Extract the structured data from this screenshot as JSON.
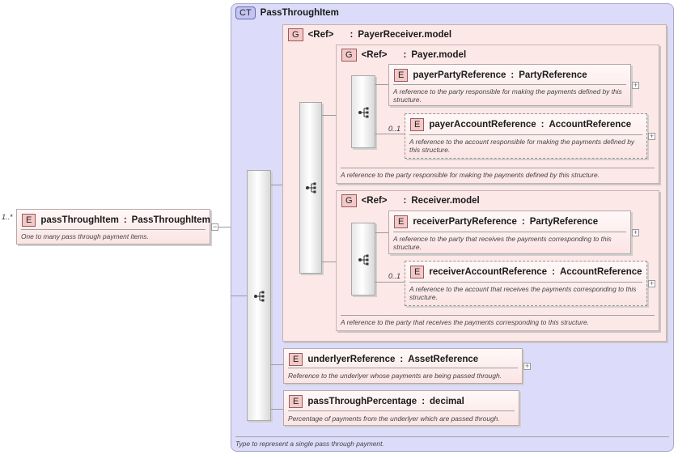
{
  "root": {
    "badge": "E",
    "cardinality": "1..*",
    "name": "passThroughItem",
    "type": "PassThroughItem",
    "doc": "One to many pass through payment items."
  },
  "complexType": {
    "badge": "CT",
    "name": "PassThroughItem",
    "doc": "Type to represent a single pass through payment."
  },
  "payerReceiverModel": {
    "badge": "G",
    "ref": "<Ref>",
    "name": "PayerReceiver.model"
  },
  "payerModel": {
    "badge": "G",
    "ref": "<Ref>",
    "name": "Payer.model",
    "doc": "A reference to the party responsible for making the payments defined by this structure.",
    "elements": [
      {
        "badge": "E",
        "cardinality": "",
        "name": "payerPartyReference",
        "type": "PartyReference",
        "doc": "A reference to the party responsible for making the payments defined by this structure."
      },
      {
        "badge": "E",
        "cardinality": "0..1",
        "name": "payerAccountReference",
        "type": "AccountReference",
        "doc": "A reference to the account responsible for making the payments defined by this structure."
      }
    ]
  },
  "receiverModel": {
    "badge": "G",
    "ref": "<Ref>",
    "name": "Receiver.model",
    "doc": "A reference to the party that receives the payments corresponding to this structure.",
    "elements": [
      {
        "badge": "E",
        "cardinality": "",
        "name": "receiverPartyReference",
        "type": "PartyReference",
        "doc": "A reference to the party that receives the payments corresponding to this structure."
      },
      {
        "badge": "E",
        "cardinality": "0..1",
        "name": "receiverAccountReference",
        "type": "AccountReference",
        "doc": "A reference to the account that receives the payments corresponding to this structure."
      }
    ]
  },
  "underlyerReference": {
    "badge": "E",
    "name": "underlyerReference",
    "type": "AssetReference",
    "doc": "Reference to the underlyer whose payments are being passed through."
  },
  "passThroughPercentage": {
    "badge": "E",
    "name": "passThroughPercentage",
    "type": "decimal",
    "doc": "Percentage of payments from the underlyer which are passed through."
  },
  "icons": {
    "sequence": "sequence-compositor-icon",
    "expand": "plus-icon",
    "collapse": "minus-icon"
  },
  "colors": {
    "complexTypeBg": "#dcdcfa",
    "groupBg": "#fde8e8",
    "elementBg": "#fbe4e4",
    "badgeBg": "#f4c8c8"
  },
  "symbols": {
    "plus": "+",
    "minus": "−",
    "sep": ":"
  }
}
